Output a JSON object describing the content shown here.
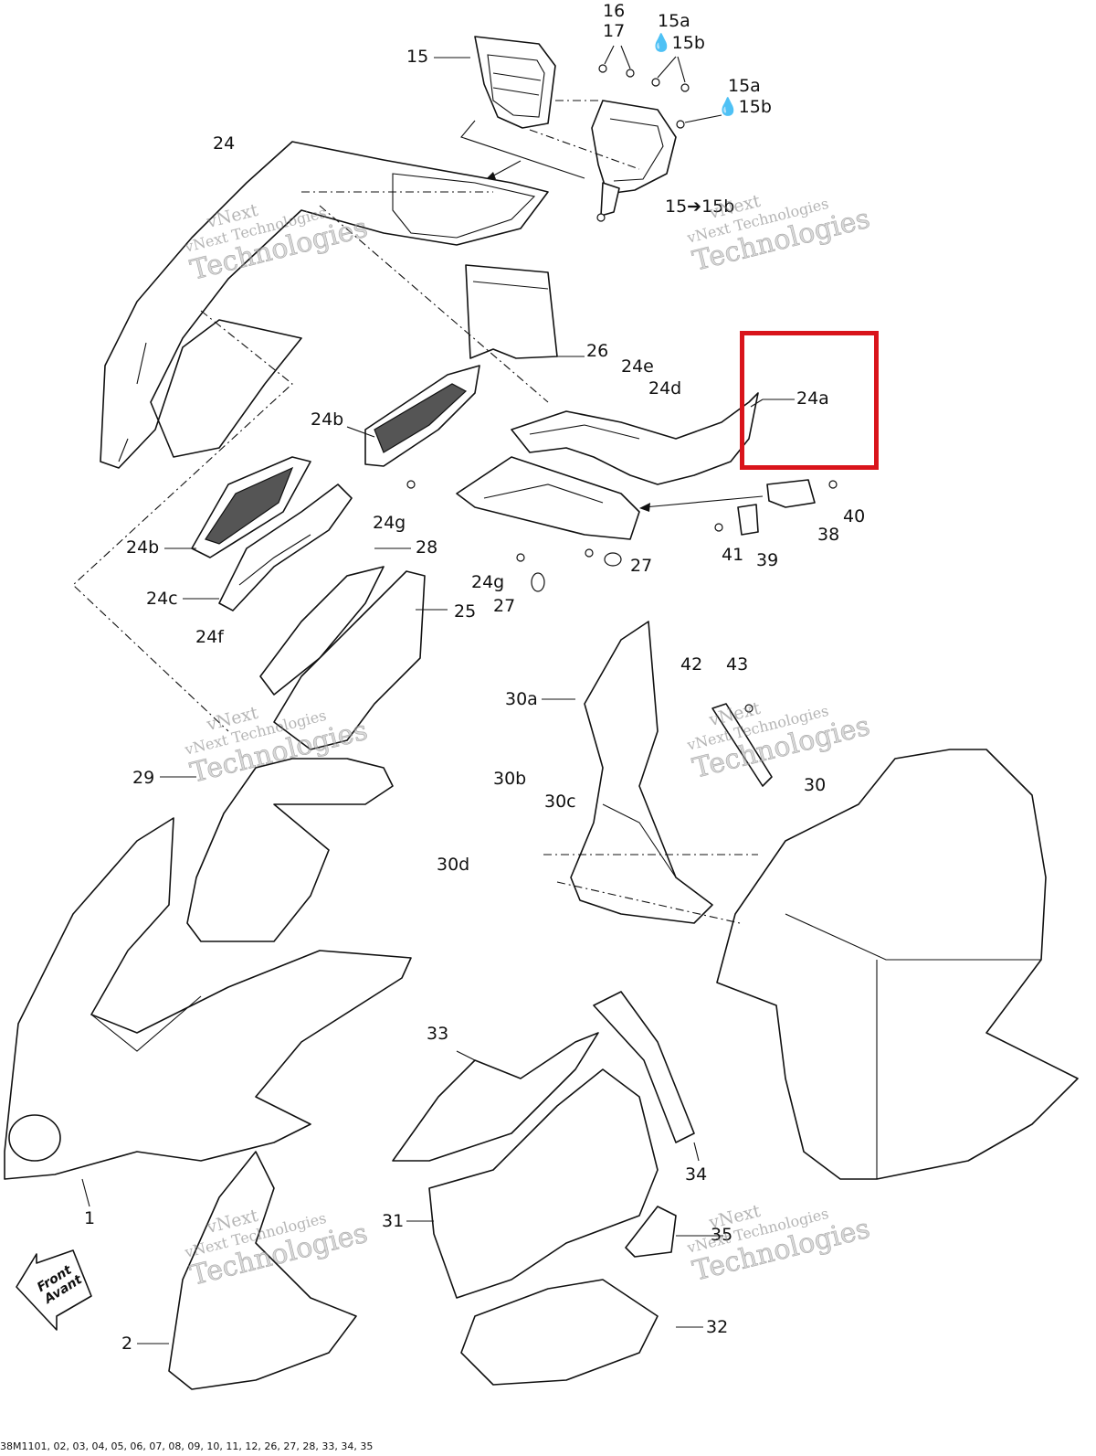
{
  "diagram": {
    "callouts": [
      {
        "id": "c16",
        "text": "16"
      },
      {
        "id": "c17",
        "text": "17"
      },
      {
        "id": "c15a_top",
        "text": "15a"
      },
      {
        "id": "c15b_top",
        "text": "15b"
      },
      {
        "id": "c15",
        "text": "15"
      },
      {
        "id": "c15a_2",
        "text": "15a"
      },
      {
        "id": "c15b_2",
        "text": "15b"
      },
      {
        "id": "c24",
        "text": "24"
      },
      {
        "id": "c15to15b",
        "text": "15➔15b"
      },
      {
        "id": "c26",
        "text": "26"
      },
      {
        "id": "c24e",
        "text": "24e"
      },
      {
        "id": "c24d",
        "text": "24d"
      },
      {
        "id": "c24a",
        "text": "24a"
      },
      {
        "id": "c24b_1",
        "text": "24b"
      },
      {
        "id": "c24g_1",
        "text": "24g"
      },
      {
        "id": "c24b_2",
        "text": "24b"
      },
      {
        "id": "c28",
        "text": "28"
      },
      {
        "id": "c40",
        "text": "40"
      },
      {
        "id": "c38",
        "text": "38"
      },
      {
        "id": "c41",
        "text": "41"
      },
      {
        "id": "c39",
        "text": "39"
      },
      {
        "id": "c27_1",
        "text": "27"
      },
      {
        "id": "c24c",
        "text": "24c"
      },
      {
        "id": "c24g_2",
        "text": "24g"
      },
      {
        "id": "c27_2",
        "text": "27"
      },
      {
        "id": "c25",
        "text": "25"
      },
      {
        "id": "c24f",
        "text": "24f"
      },
      {
        "id": "c42",
        "text": "42"
      },
      {
        "id": "c43",
        "text": "43"
      },
      {
        "id": "c30a",
        "text": "30a"
      },
      {
        "id": "c29",
        "text": "29"
      },
      {
        "id": "c30b",
        "text": "30b"
      },
      {
        "id": "c30",
        "text": "30"
      },
      {
        "id": "c30c",
        "text": "30c"
      },
      {
        "id": "c30d",
        "text": "30d"
      },
      {
        "id": "c33",
        "text": "33"
      },
      {
        "id": "c34",
        "text": "34"
      },
      {
        "id": "c1",
        "text": "1"
      },
      {
        "id": "c31",
        "text": "31"
      },
      {
        "id": "c35",
        "text": "35"
      },
      {
        "id": "c2",
        "text": "2"
      },
      {
        "id": "c32",
        "text": "32"
      }
    ],
    "drop_icon": "drop-icon",
    "watermark": {
      "line1": "vNext",
      "line2": "vNext Technologies",
      "line3": "Technologies"
    },
    "front_arrow": {
      "line1": "Front",
      "line2": "Avant"
    },
    "footer_reference": "38M1101, 02, 03, 04, 05, 06, 07, 08, 09, 10, 11, 12, 26, 27, 28, 33, 34, 35",
    "highlight_color": "#d9141b"
  }
}
